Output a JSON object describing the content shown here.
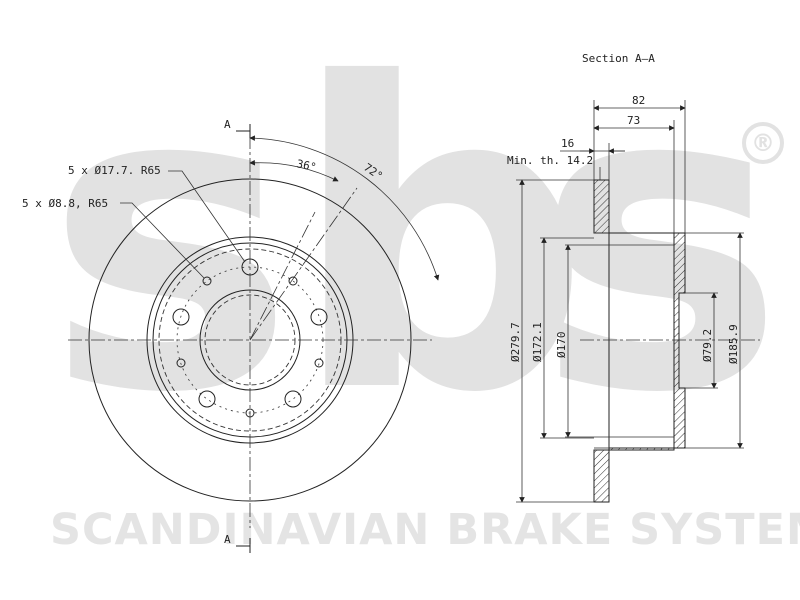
{
  "watermark": {
    "letters": [
      "s",
      "b",
      "s"
    ],
    "brand_text": "SCANDINAVIAN BRAKE SYSTEMS",
    "registered_mark": "®"
  },
  "front_view": {
    "section_marker_top": "A",
    "section_marker_bottom": "A",
    "hole_label_large": "5 x Ø17.7. R65",
    "hole_label_small": "5 x Ø8.8, R65",
    "angle_36": "36°",
    "angle_72": "72°"
  },
  "section_view": {
    "title": "Section A–A",
    "dim_overall_height": "82",
    "dim_hat_height": "73",
    "dim_thickness": "16",
    "min_thickness_label": "Min. th. 14.2",
    "dia_outer": "Ø279.7",
    "dia_172": "Ø172.1",
    "dia_170": "Ø170",
    "dia_center_bore": "Ø79.2",
    "dia_hat": "Ø185.9"
  },
  "colors": {
    "line": "#222222",
    "watermark": "#e2e2e2"
  }
}
